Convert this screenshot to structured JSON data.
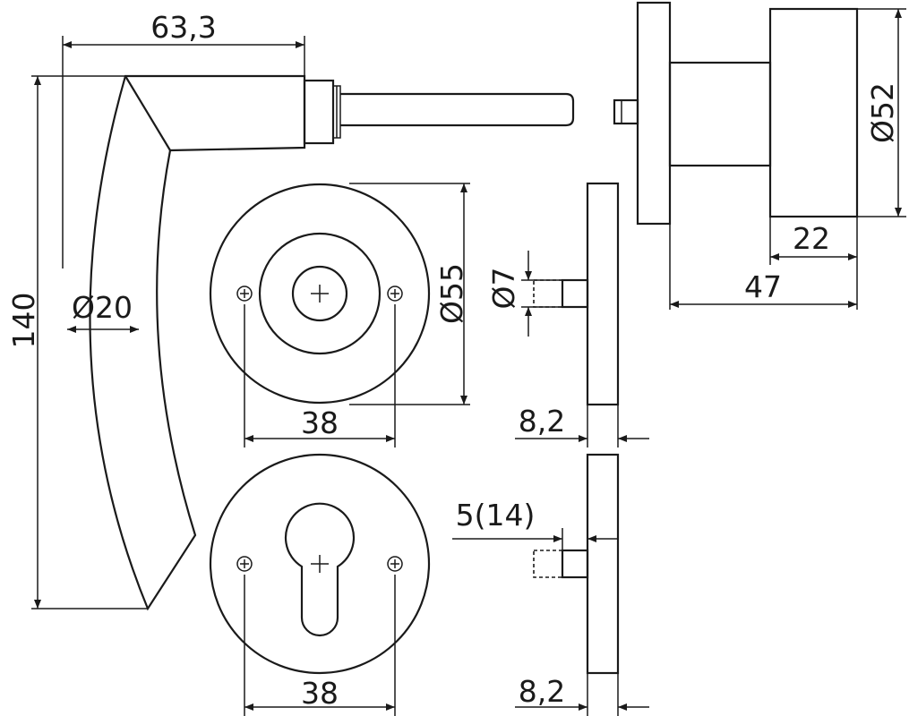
{
  "drawing": {
    "lever": {
      "length": "63,3",
      "height": "140",
      "diameter": "Ø20"
    },
    "rosette_round": {
      "diameter": "Ø55",
      "hole_spacing": "38"
    },
    "rosette_cylinder": {
      "hole_spacing": "38"
    },
    "side_round": {
      "pin_diameter": "Ø7",
      "thickness": "8,2"
    },
    "side_cylinder": {
      "offset": "5(14)",
      "thickness": "8,2"
    },
    "knob": {
      "diameter": "Ø52",
      "depth": "22",
      "projection": "47"
    }
  }
}
